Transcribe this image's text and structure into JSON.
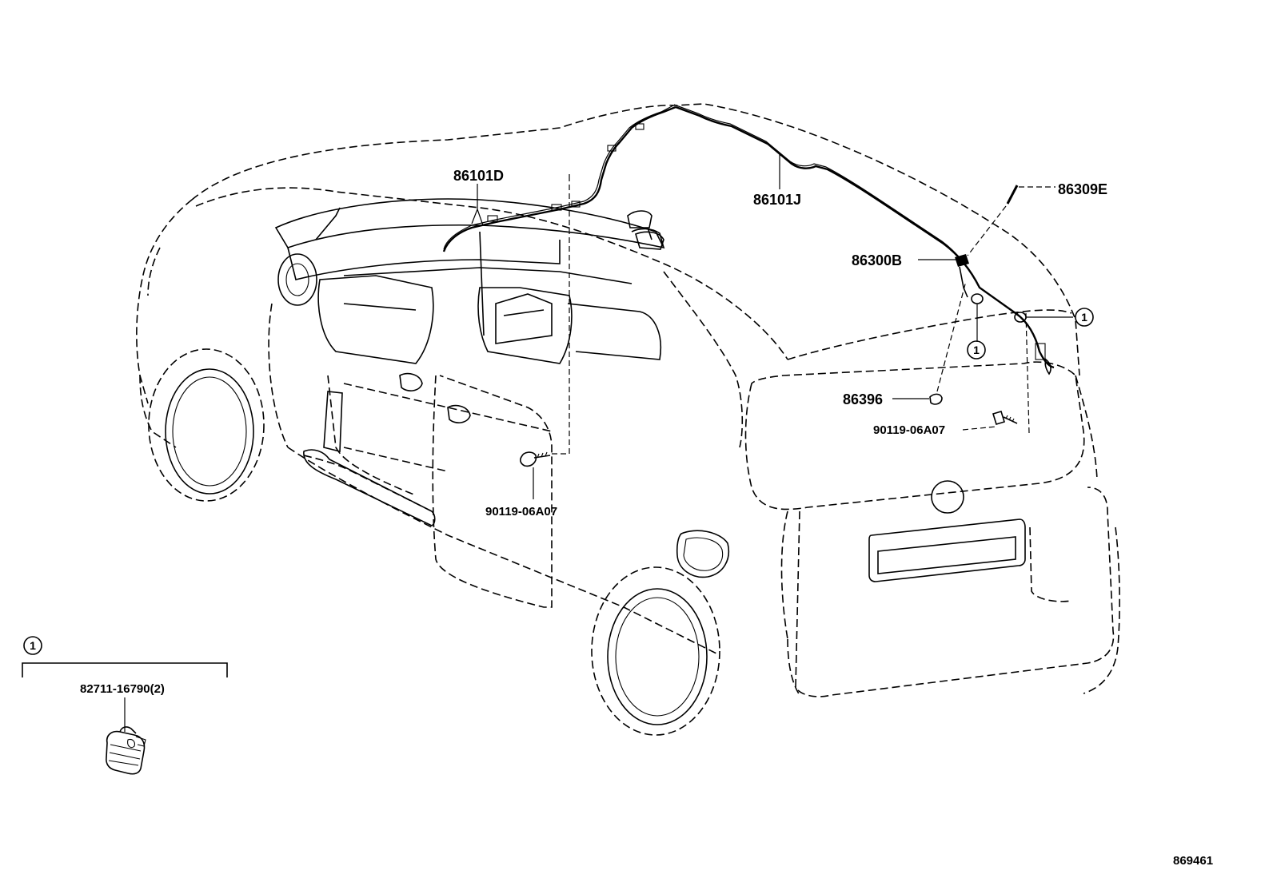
{
  "diagram": {
    "part_labels": {
      "p86101D": "86101D",
      "p86101J": "86101J",
      "p86309E": "86309E",
      "p86300B": "86300B",
      "p86396": "86396",
      "p90119_rear": "90119-06A07",
      "p90119_front": "90119-06A07"
    },
    "callouts": {
      "c1": "1",
      "c2": "1",
      "legend": "1"
    },
    "legend": {
      "part": "82711-16790(2)"
    },
    "ref_number": "869461"
  }
}
